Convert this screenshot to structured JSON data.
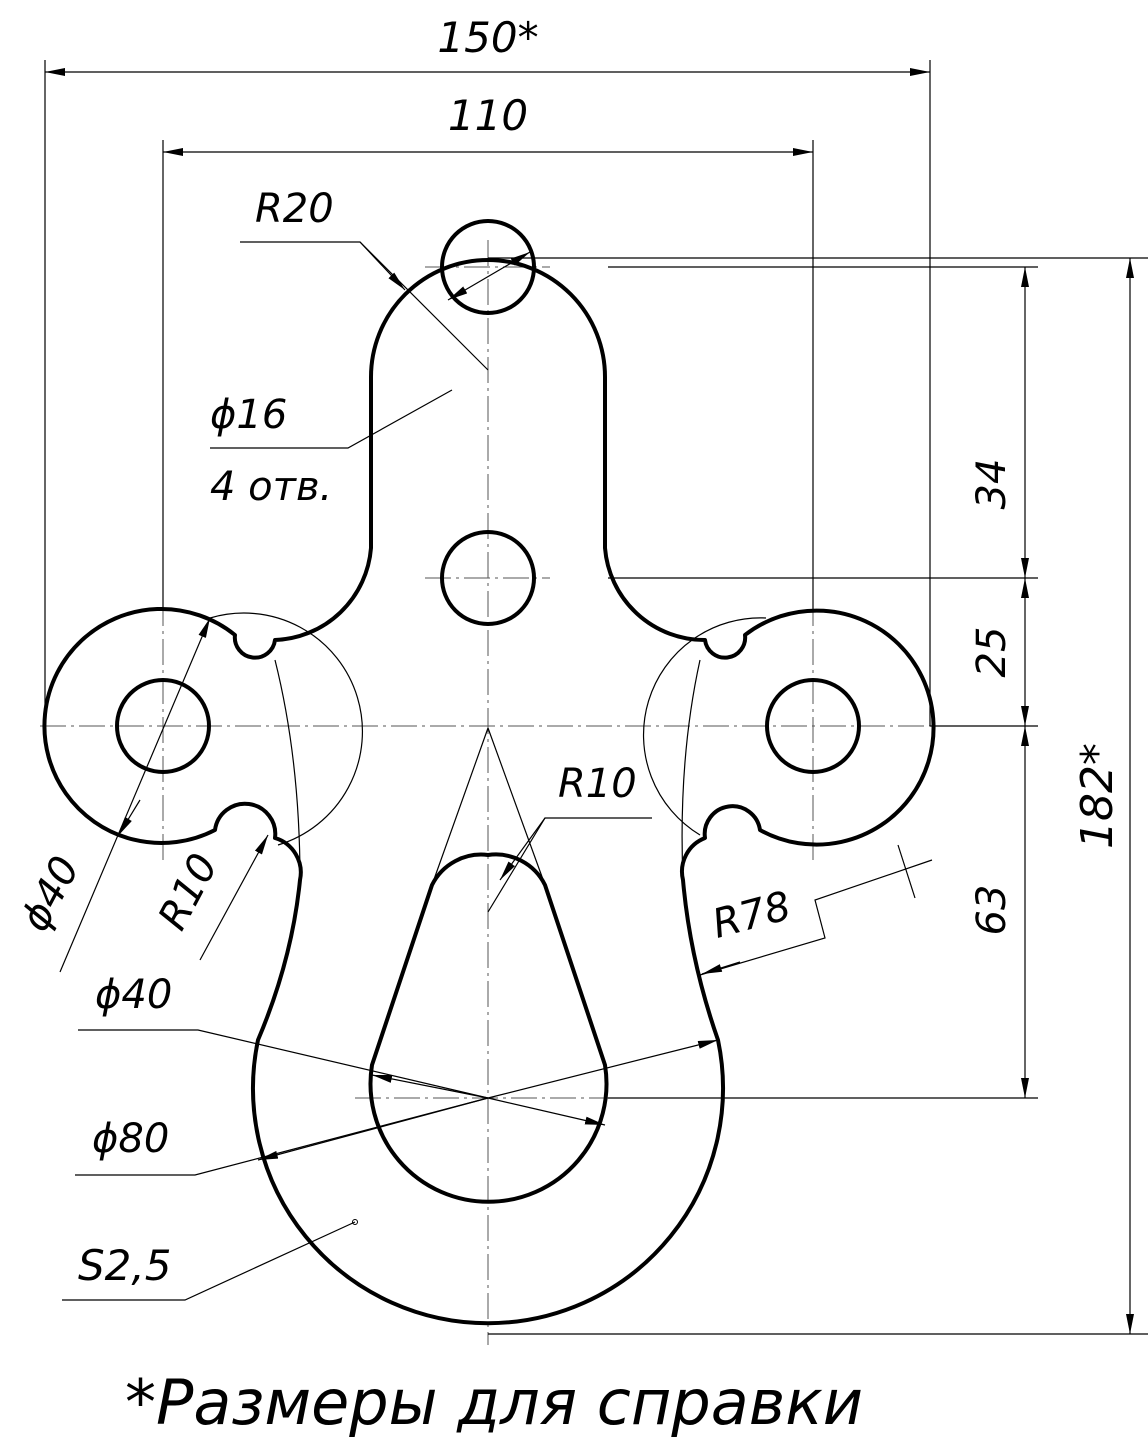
{
  "dimensions": {
    "overall_width": "150*",
    "center_spacing": "110",
    "top_radius": "R20",
    "hole_diameter": "ϕ16",
    "hole_count": "4 отв.",
    "top_hole_spacing": "34",
    "second_hole_spacing": "25",
    "side_boss_diameter": "ϕ40",
    "side_fillet_radius": "R10",
    "slot_fillet_radius": "R10",
    "outer_arc_radius": "R78",
    "slot_diameter": "ϕ40",
    "bottom_diameter": "ϕ80",
    "lower_spacing": "63",
    "overall_height": "182*",
    "thickness": "S2,5"
  },
  "note": "*Размеры для справки"
}
